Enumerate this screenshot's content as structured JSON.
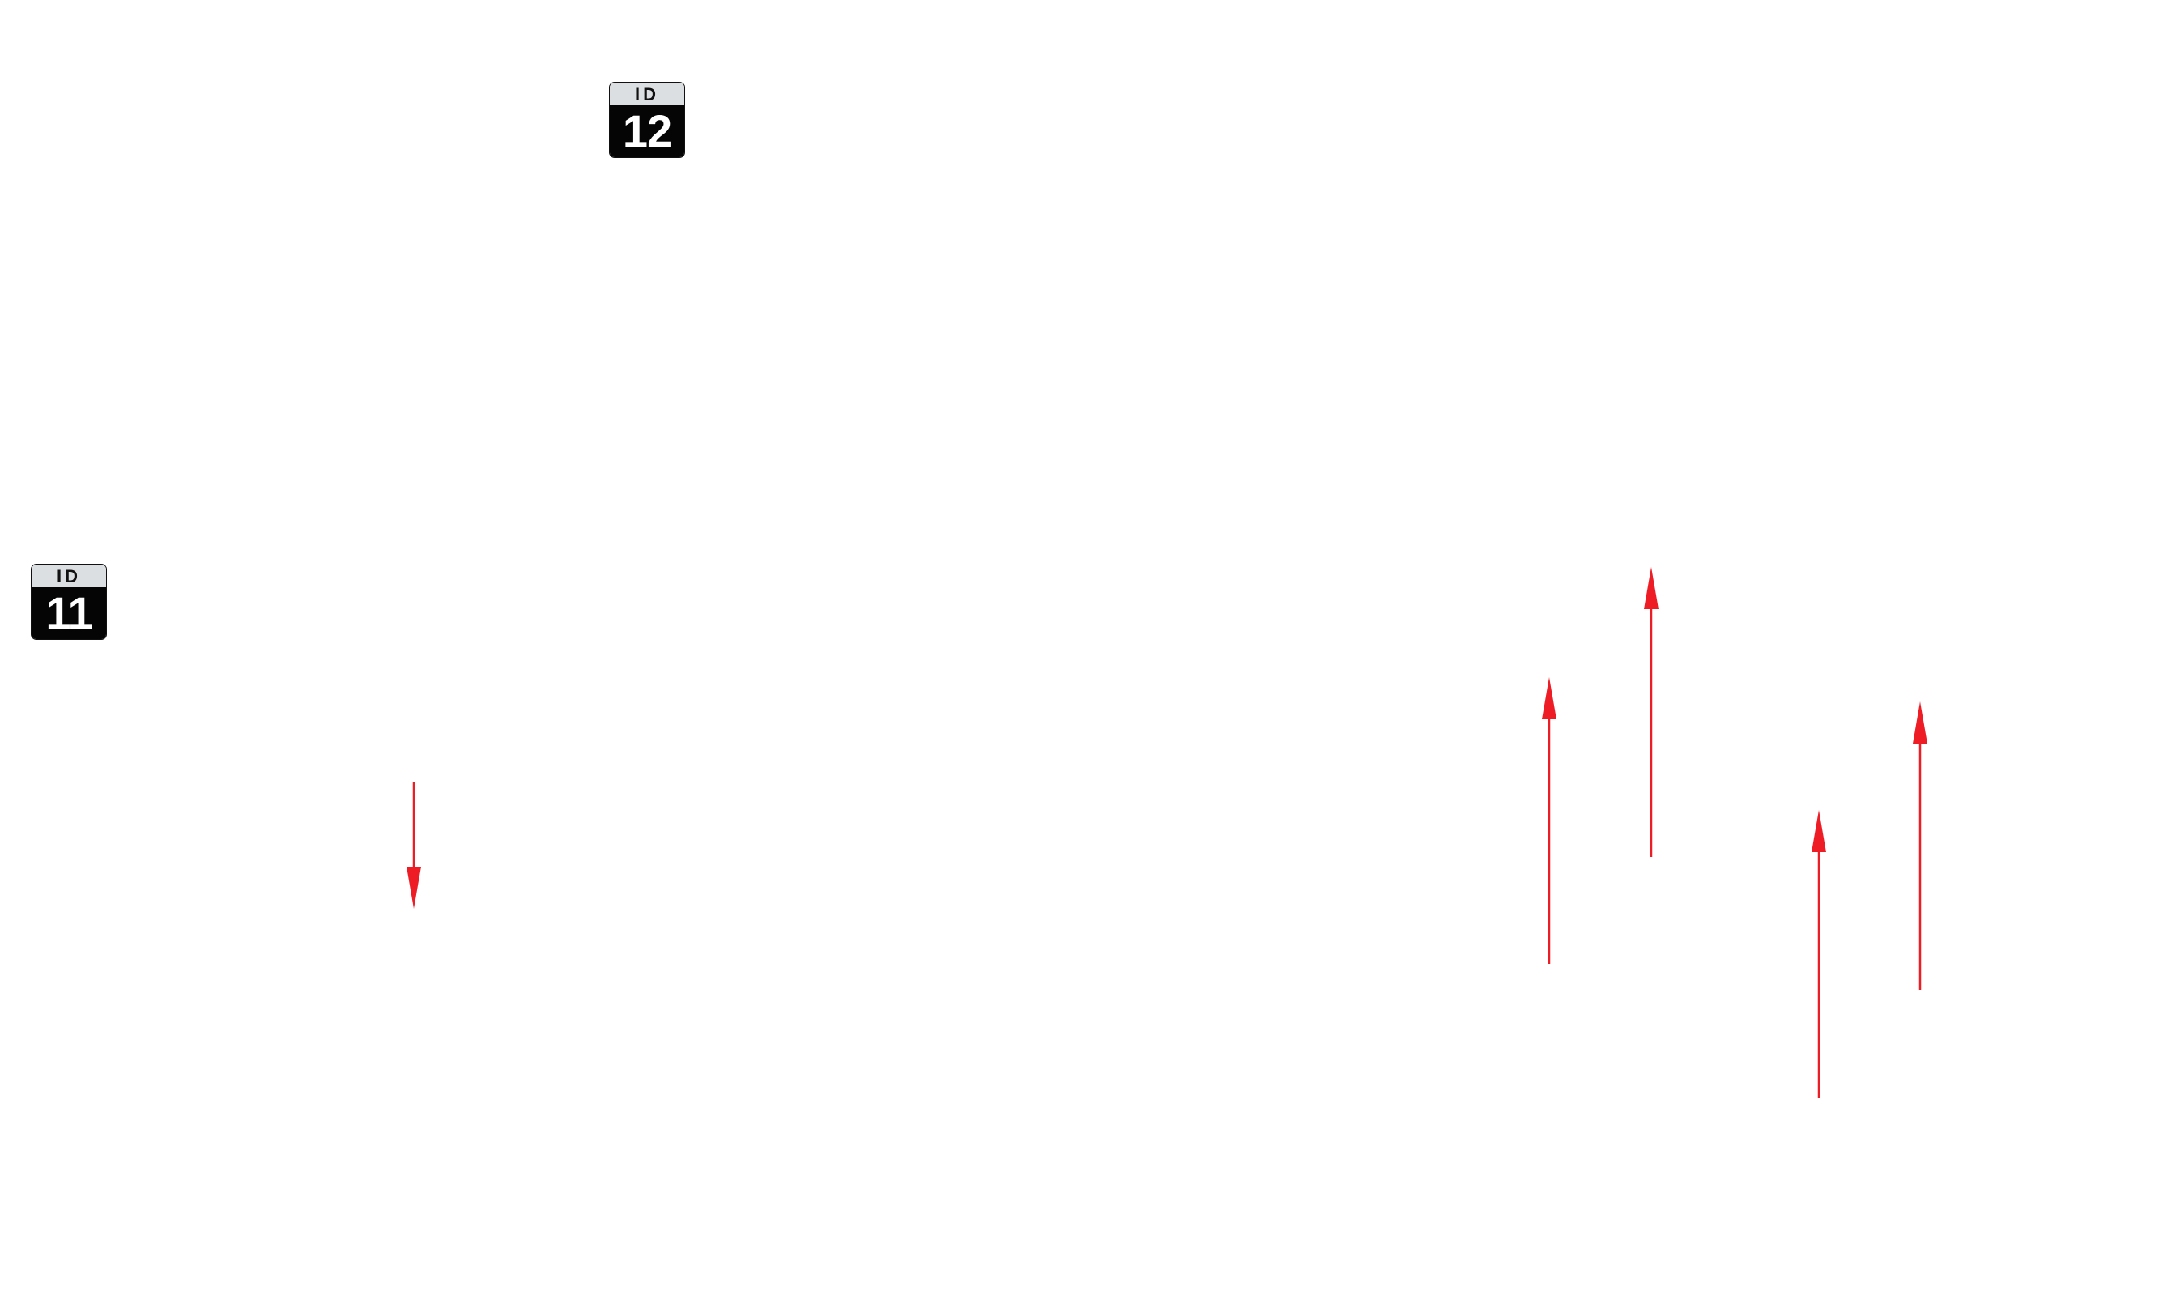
{
  "badges": [
    {
      "caption": "ID",
      "number": "12"
    },
    {
      "caption": "ID",
      "number": "11"
    }
  ],
  "arrows": [
    {
      "direction": "down"
    },
    {
      "direction": "up"
    },
    {
      "direction": "up"
    },
    {
      "direction": "up"
    },
    {
      "direction": "up"
    }
  ],
  "colors": {
    "arrow": "#ee1c25",
    "badge_top": "#dcdfe1",
    "badge_bottom": "#050505",
    "badge_text": "#ffffff"
  }
}
